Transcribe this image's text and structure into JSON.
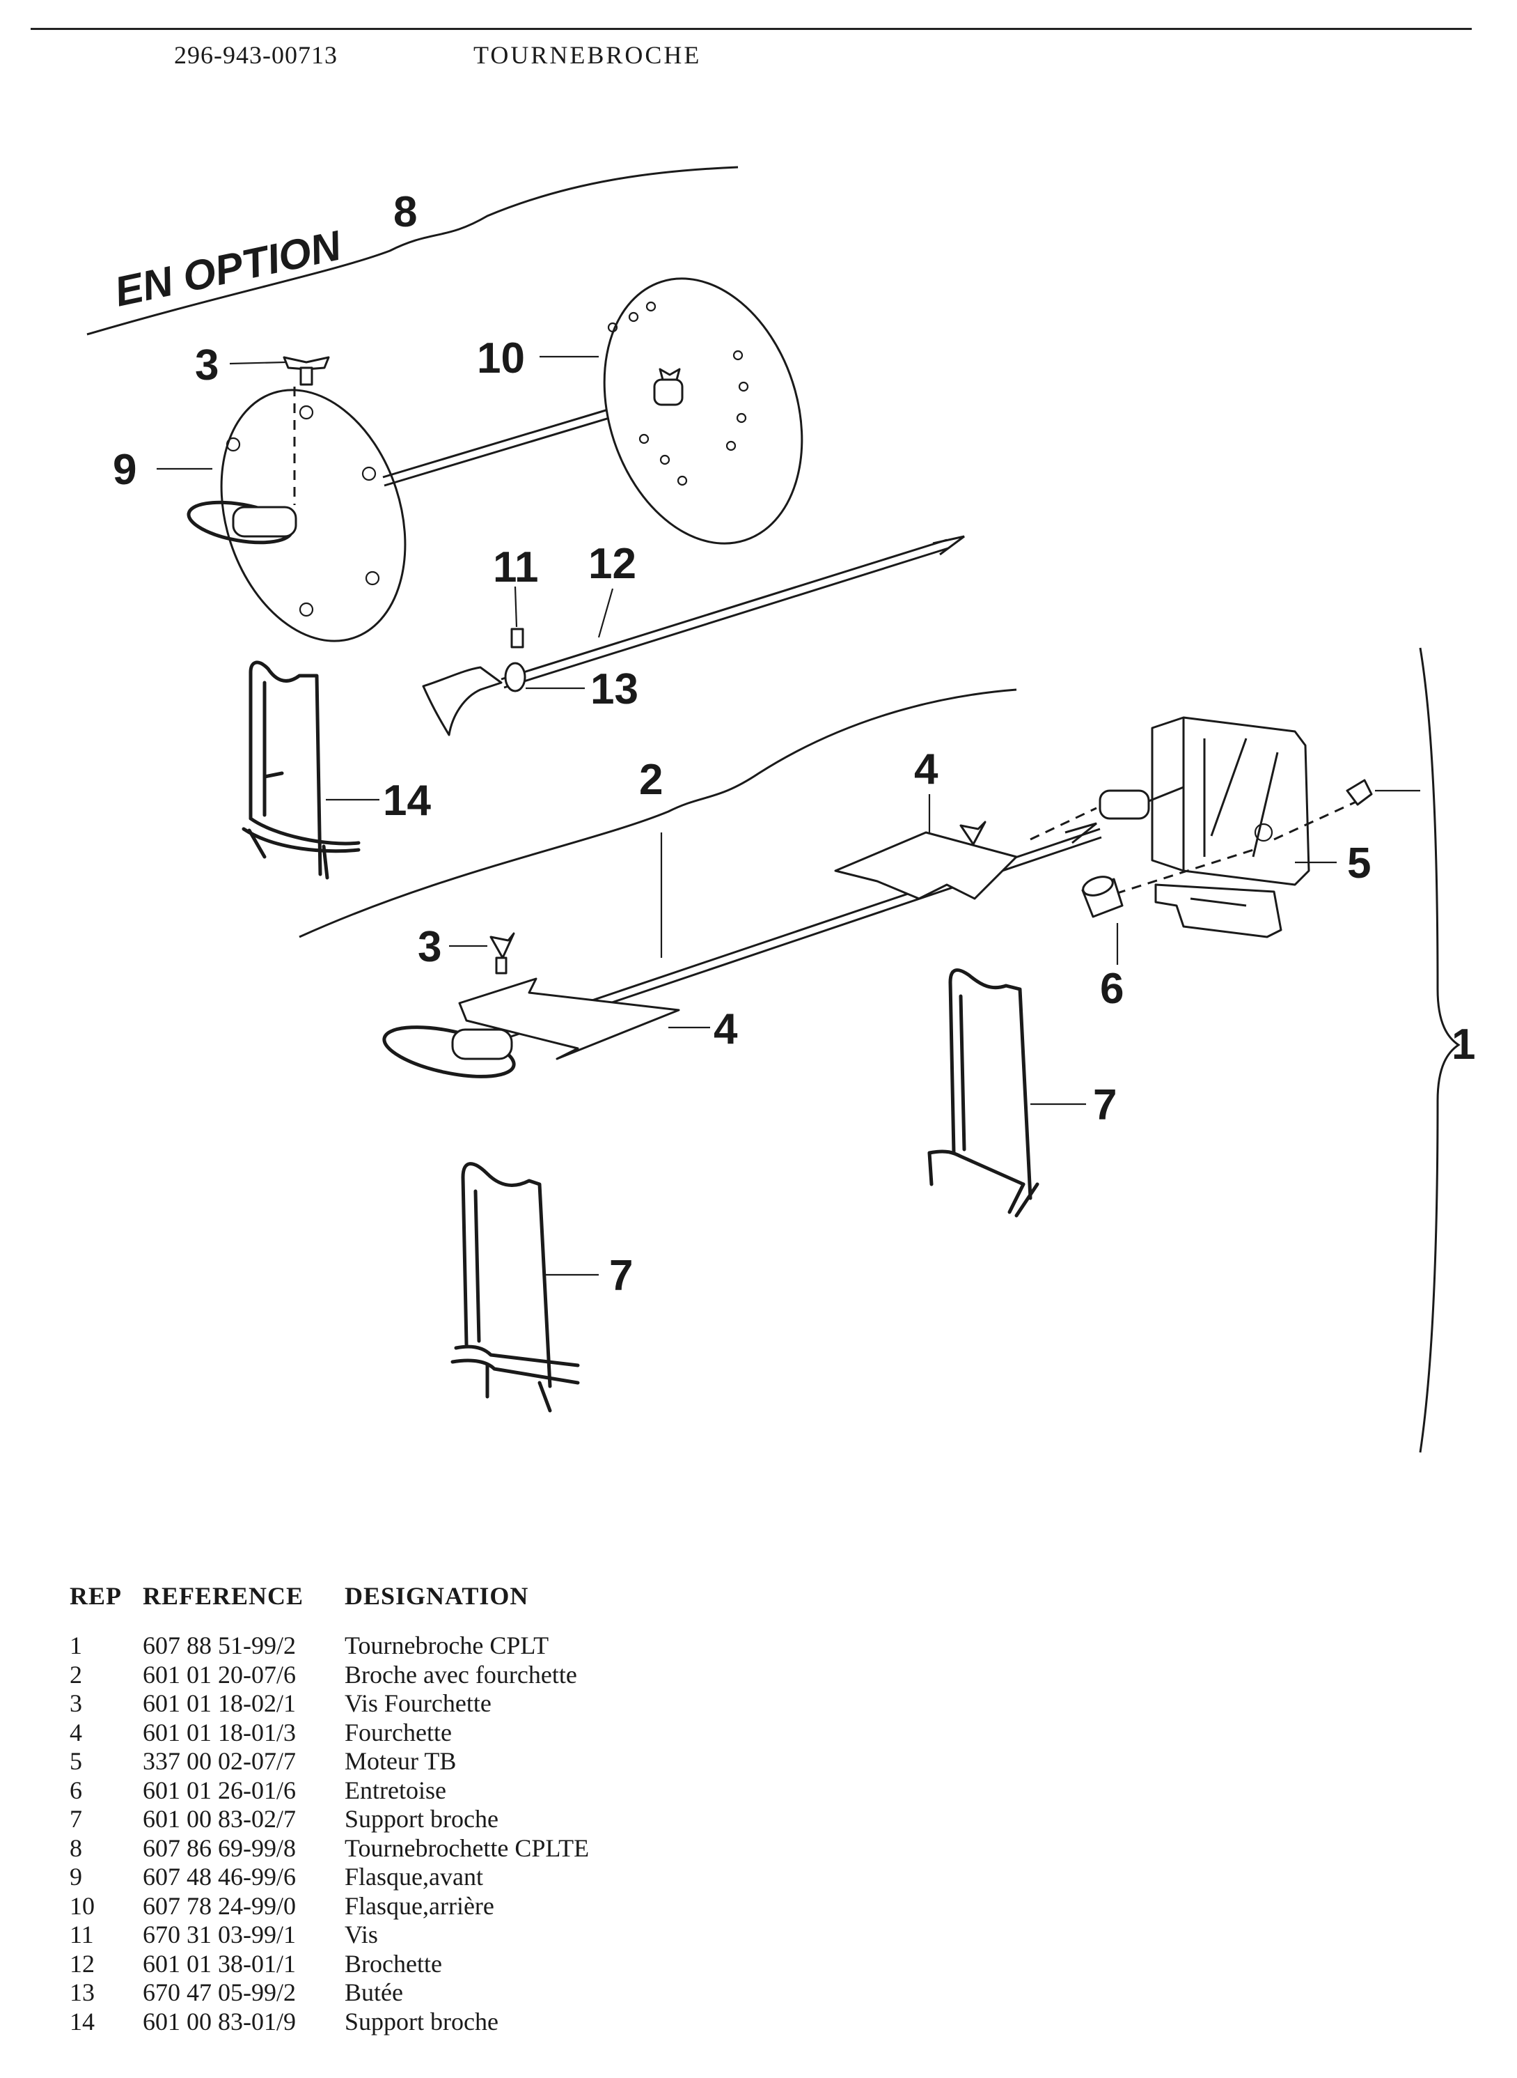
{
  "header": {
    "doc_code": "296-943-00713",
    "title": "TOURNEBROCHE"
  },
  "diagram": {
    "option_text": "EN OPTION",
    "callouts": {
      "l1": "1",
      "l2": "2",
      "l3a": "3",
      "l3b": "3",
      "l4a": "4",
      "l4b": "4",
      "l5": "5",
      "l6": "6",
      "l7a": "7",
      "l7b": "7",
      "l8": "8",
      "l9": "9",
      "l10": "10",
      "l11": "11",
      "l12": "12",
      "l13": "13",
      "l14": "14"
    }
  },
  "parts_table": {
    "headers": {
      "rep": "REP",
      "reference": "REFERENCE",
      "designation": "DESIGNATION"
    },
    "rows": [
      {
        "rep": "1",
        "reference": "607 88 51-99/2",
        "designation": "Tournebroche CPLT"
      },
      {
        "rep": "2",
        "reference": "601 01 20-07/6",
        "designation": "Broche avec fourchette"
      },
      {
        "rep": "3",
        "reference": "601 01 18-02/1",
        "designation": "Vis Fourchette"
      },
      {
        "rep": "4",
        "reference": "601 01 18-01/3",
        "designation": "Fourchette"
      },
      {
        "rep": "5",
        "reference": "337 00 02-07/7",
        "designation": "Moteur TB"
      },
      {
        "rep": "6",
        "reference": "601 01 26-01/6",
        "designation": "Entretoise"
      },
      {
        "rep": "7",
        "reference": "601 00 83-02/7",
        "designation": "Support broche"
      },
      {
        "rep": "8",
        "reference": "607 86 69-99/8",
        "designation": "Tournebrochette CPLTE"
      },
      {
        "rep": "9",
        "reference": "607 48 46-99/6",
        "designation": "Flasque,avant"
      },
      {
        "rep": "10",
        "reference": "607 78 24-99/0",
        "designation": "Flasque,arrière"
      },
      {
        "rep": "11",
        "reference": "670 31 03-99/1",
        "designation": "Vis"
      },
      {
        "rep": "12",
        "reference": "601 01 38-01/1",
        "designation": "Brochette"
      },
      {
        "rep": "13",
        "reference": "670 47 05-99/2",
        "designation": "Butée"
      },
      {
        "rep": "14",
        "reference": "601 00 83-01/9",
        "designation": "Support broche"
      }
    ]
  }
}
